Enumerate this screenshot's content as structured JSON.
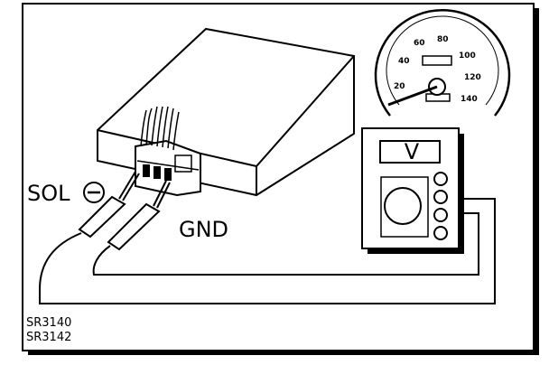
{
  "labels": {
    "sol": "SOL",
    "gnd": "GND",
    "ref_1": "SR3140",
    "ref_2": "SR3142"
  },
  "meter": {
    "display": "V"
  },
  "speedometer": {
    "scale": [
      "20",
      "40",
      "60",
      "80",
      "100",
      "120",
      "140"
    ]
  },
  "colors": {
    "ink": "#000000",
    "paper": "#ffffff"
  }
}
